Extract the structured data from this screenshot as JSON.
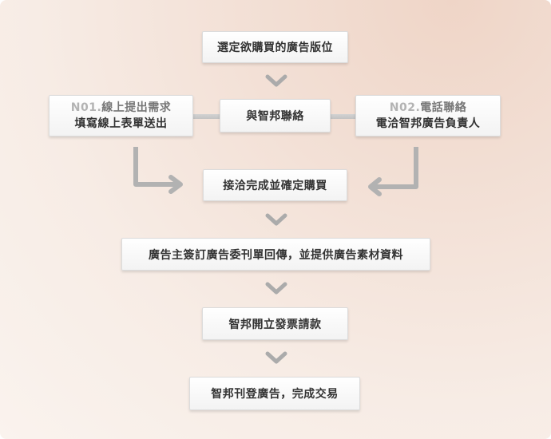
{
  "colors": {
    "background_warm": "#efd5c7",
    "background_light": "#faf3ee",
    "box_text": "#333333",
    "connector": "#b2b2b2"
  },
  "steps": {
    "step1": "選定欲購買的廣告版位",
    "contact_center": "與智邦聯絡",
    "option_n01": {
      "code": "N01",
      "title": "線上提出需求",
      "subtitle": "填寫線上表單送出"
    },
    "option_n02": {
      "code": "N02",
      "title": "電話聯絡",
      "subtitle": "電洽智邦廣告負責人"
    },
    "step3": "接洽完成並確定購買",
    "step4": "廣告主簽訂廣告委刊單回傳，並提供廣告素材資料",
    "step5": "智邦開立發票請款",
    "step6": "智邦刊登廣告，完成交易"
  }
}
